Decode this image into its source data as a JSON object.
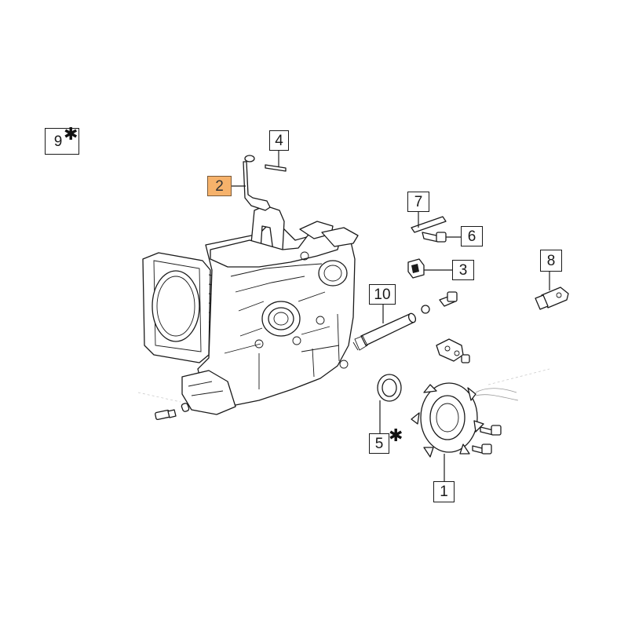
{
  "figure": {
    "callouts": [
      {
        "id": "9",
        "label": "9",
        "star": true
      },
      {
        "id": "4",
        "label": "4",
        "star": false
      },
      {
        "id": "2",
        "label": "2",
        "star": false,
        "highlighted": true
      },
      {
        "id": "7",
        "label": "7",
        "star": false
      },
      {
        "id": "6",
        "label": "6",
        "star": false
      },
      {
        "id": "3",
        "label": "3",
        "star": false
      },
      {
        "id": "8",
        "label": "8",
        "star": false
      },
      {
        "id": "10",
        "label": "10",
        "star": false
      },
      {
        "id": "5",
        "label": "5",
        "star": true
      },
      {
        "id": "1",
        "label": "1",
        "star": false
      }
    ],
    "star_symbol": "✱",
    "colors": {
      "highlight": "#f6b26b",
      "line": "#1a1a1a",
      "background": "#ffffff"
    }
  }
}
